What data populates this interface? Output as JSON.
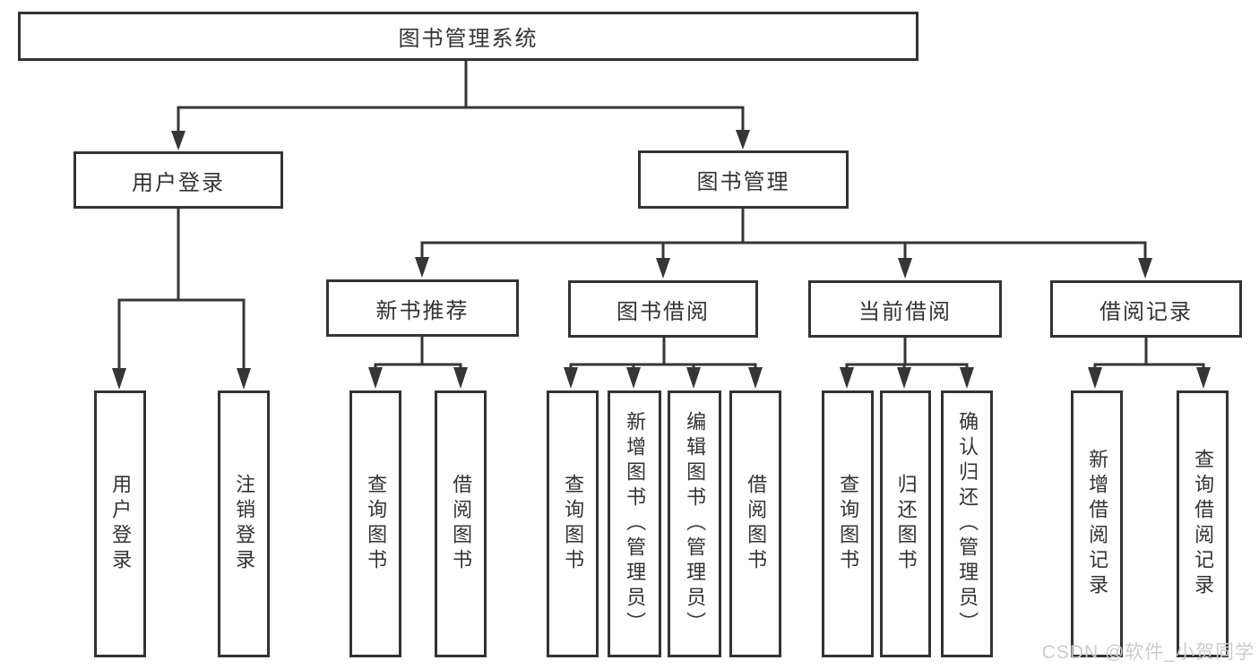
{
  "diagram": {
    "root": {
      "label": "图书管理系统"
    },
    "level2": [
      {
        "label": "用户登录"
      },
      {
        "label": "图书管理"
      }
    ],
    "level3": [
      {
        "label": "新书推荐"
      },
      {
        "label": "图书借阅"
      },
      {
        "label": "当前借阅"
      },
      {
        "label": "借阅记录"
      }
    ],
    "leaves": {
      "user_login": [
        "用户登录",
        "注销登录"
      ],
      "new_books": [
        "查询图书",
        "借阅图书"
      ],
      "book_borrow": [
        "查询图书",
        "新增图书（管理员）",
        "编辑图书（管理员）",
        "借阅图书"
      ],
      "current_borrow": [
        "查询图书",
        "归还图书",
        "确认归还（管理员）"
      ],
      "borrow_records": [
        "新增借阅记录",
        "查询借阅记录"
      ]
    }
  },
  "watermark": {
    "text": "CSDN @软件_小贺同学"
  },
  "colors": {
    "line": "#363636",
    "border": "#333333",
    "text": "#333333",
    "watermark": "#cccccc",
    "background": "#ffffff"
  }
}
